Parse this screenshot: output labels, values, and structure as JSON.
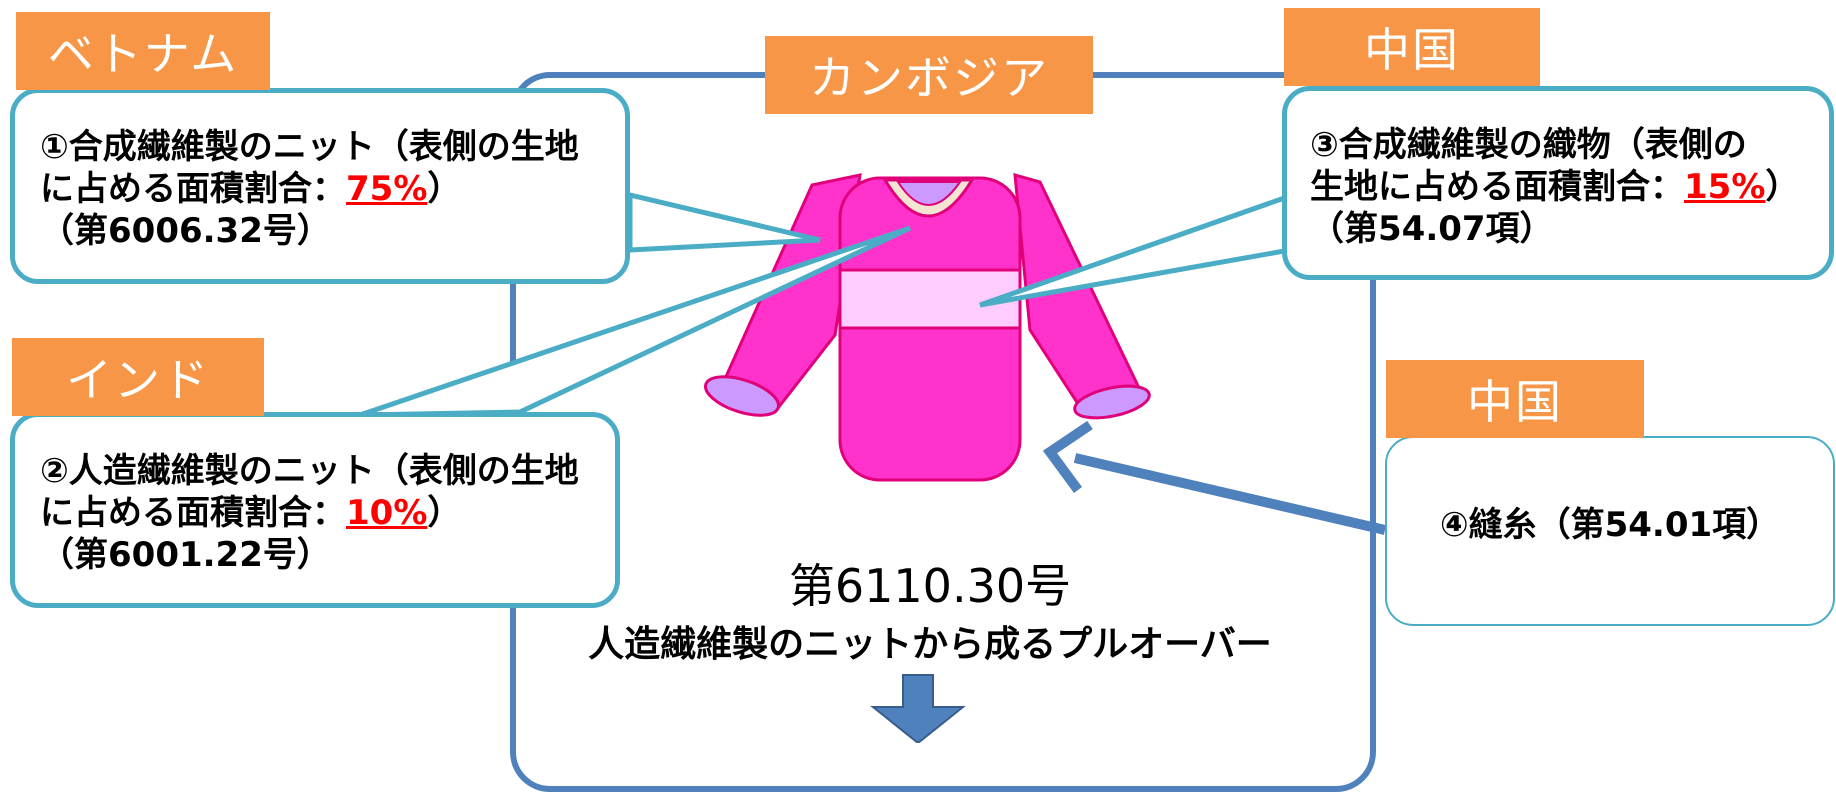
{
  "center": {
    "country": "カンボジア",
    "code": "第6110.30号",
    "desc": "人造繊維製のニットから成るプルオーバー"
  },
  "items": [
    {
      "country": "ベトナム",
      "line1": "①合成繊維製のニット（表側の生地",
      "line2_pre": "に占める面積割合：",
      "pct": "75%",
      "line2_post": "）",
      "line3": "（第6006.32号）"
    },
    {
      "country": "インド",
      "line1": "②人造繊維製のニット（表側の生地",
      "line2_pre": "に占める面積割合：",
      "pct": "10%",
      "line2_post": "）",
      "line3": "（第6001.22号）"
    },
    {
      "country": "中国",
      "line1": "③合成繊維製の織物（表側の",
      "line2_pre": "生地に占める面積割合：",
      "pct": "15%",
      "line2_post": "）",
      "line3": "（第54.07項）"
    },
    {
      "country": "中国",
      "label": "④縫糸（第54.01項）"
    }
  ],
  "colors": {
    "tag": "#F79646",
    "callout_border": "#4BACC6",
    "center_border": "#4F81BD",
    "garment": "#FF33CC",
    "highlight": "#FF0000"
  },
  "icons": [
    "sweater-icon",
    "down-arrow-icon",
    "pointer-arrow-icon"
  ]
}
